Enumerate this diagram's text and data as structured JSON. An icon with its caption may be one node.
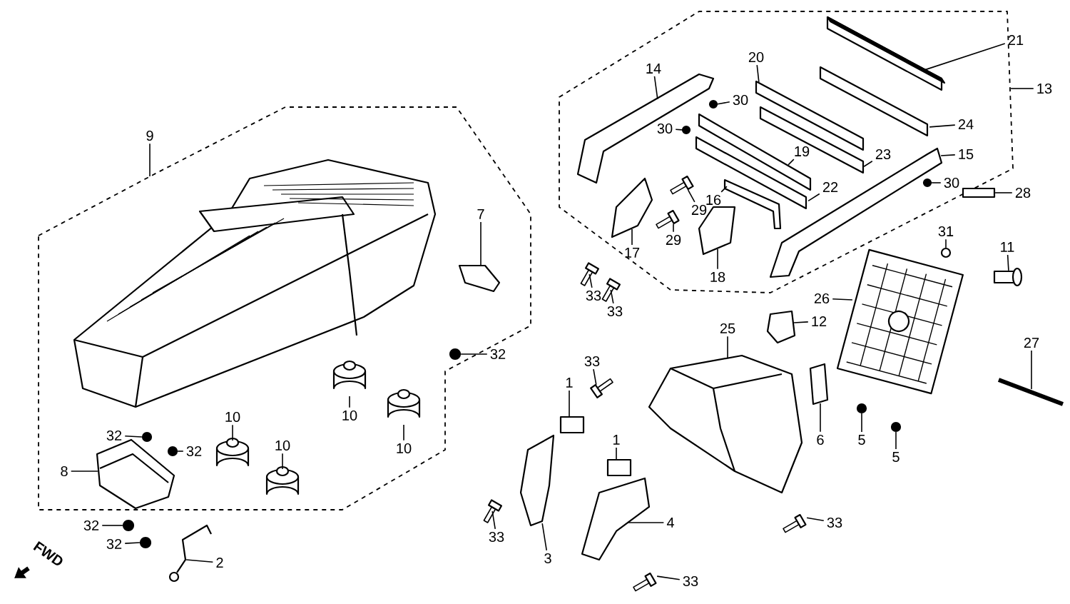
{
  "diagram": {
    "nodes": [
      {
        "text": [],
        "shape": "box"
      },
      {
        "text": [],
        "shape": "box"
      },
      {
        "text": [
          "9"
        ]
      },
      {
        "text": [
          "14"
        ],
        "in": 1
      },
      {
        "text": [
          "20"
        ],
        "in": 1
      },
      {
        "text": [
          "21"
        ]
      },
      {
        "text": [
          "13"
        ]
      },
      {
        "text": [
          "30"
        ],
        "in": 1
      },
      {
        "text": [
          "30"
        ],
        "in": 1
      },
      {
        "text": [
          "24"
        ],
        "in": 1
      },
      {
        "text": [
          "19"
        ],
        "in": 1
      },
      {
        "text": [
          "23"
        ],
        "in": 1
      },
      {
        "text": [
          "15"
        ],
        "in": 1
      },
      {
        "text": [
          "16"
        ],
        "in": 1
      },
      {
        "text": [
          "22"
        ],
        "in": 1
      },
      {
        "text": [
          "30"
        ],
        "in": 1
      },
      {
        "text": [
          "28"
        ]
      },
      {
        "text": [
          "29"
        ],
        "in": 1
      },
      {
        "text": [
          "29"
        ],
        "in": 1
      },
      {
        "text": [
          "17"
        ],
        "in": 1
      },
      {
        "text": [
          "18"
        ],
        "in": 1
      },
      {
        "text": [
          "7"
        ],
        "in": 0
      },
      {
        "text": [
          "31"
        ]
      },
      {
        "text": [
          "11"
        ]
      },
      {
        "text": [
          "33"
        ]
      },
      {
        "text": [
          "33"
        ]
      },
      {
        "text": [
          "32"
        ]
      },
      {
        "text": [
          "26"
        ]
      },
      {
        "text": [
          "25"
        ]
      },
      {
        "text": [
          "12"
        ]
      },
      {
        "text": [
          "27"
        ]
      },
      {
        "text": [
          "10"
        ],
        "in": 0
      },
      {
        "text": [
          "10"
        ],
        "in": 0
      },
      {
        "text": [
          "33"
        ]
      },
      {
        "text": [
          "1"
        ]
      },
      {
        "text": [
          "1"
        ]
      },
      {
        "text": [
          "6"
        ]
      },
      {
        "text": [
          "5"
        ]
      },
      {
        "text": [
          "5"
        ]
      },
      {
        "text": [
          "32"
        ],
        "in": 0
      },
      {
        "text": [
          "32"
        ],
        "in": 0
      },
      {
        "text": [
          "10"
        ],
        "in": 0
      },
      {
        "text": [
          "10"
        ],
        "in": 0
      },
      {
        "text": [
          "8"
        ],
        "in": 0
      },
      {
        "text": [
          "33"
        ]
      },
      {
        "text": [
          "3"
        ]
      },
      {
        "text": [
          "4"
        ]
      },
      {
        "text": [
          "33"
        ]
      },
      {
        "text": [
          "32"
        ]
      },
      {
        "text": [
          "32"
        ]
      },
      {
        "text": [
          "2"
        ]
      },
      {
        "text": [
          "33"
        ]
      },
      {
        "text": [],
        "shape": "picture",
        "in": 1
      },
      {
        "text": [],
        "shape": "bar",
        "in": 1
      },
      {
        "text": [],
        "shape": "bar",
        "in": 1
      },
      {
        "text": [],
        "shape": "circle",
        "in": 1
      },
      {
        "text": [],
        "shape": "circle",
        "in": 1
      },
      {
        "text": [],
        "shape": "bar",
        "in": 1
      },
      {
        "text": [],
        "shape": "bar",
        "in": 1
      },
      {
        "text": [],
        "shape": "bar",
        "in": 1
      },
      {
        "text": [],
        "shape": "picture",
        "in": 1
      },
      {
        "text": [],
        "shape": "picture",
        "in": 1
      },
      {
        "text": [],
        "shape": "bar",
        "in": 1
      },
      {
        "text": [],
        "shape": "circle",
        "in": 1
      },
      {
        "text": [],
        "shape": "box"
      },
      {
        "text": [],
        "shape": "picture",
        "in": 1
      },
      {
        "text": [],
        "shape": "picture",
        "in": 1
      },
      {
        "text": [],
        "shape": "picture",
        "in": 1
      },
      {
        "text": [],
        "shape": "picture",
        "in": 1
      },
      {
        "text": [],
        "shape": "picture",
        "in": 0
      },
      {
        "text": [],
        "shape": "circle"
      },
      {
        "text": [],
        "shape": "cylinder"
      },
      {
        "text": [],
        "shape": "picture"
      },
      {
        "text": [],
        "shape": "picture"
      },
      {
        "text": [],
        "shape": "circle",
        "in": 0
      },
      {
        "text": [],
        "shape": "picture"
      },
      {
        "text": [],
        "shape": "picture"
      },
      {
        "text": [],
        "shape": "picture"
      },
      {
        "text": [],
        "shape": "bar"
      },
      {
        "text": [],
        "shape": "picture",
        "in": 0
      },
      {
        "text": [],
        "shape": "picture",
        "in": 0
      },
      {
        "text": [],
        "shape": "picture"
      },
      {
        "text": [],
        "shape": "box"
      },
      {
        "text": [],
        "shape": "box"
      },
      {
        "text": [],
        "shape": "picture"
      },
      {
        "text": [],
        "shape": "circle"
      },
      {
        "text": [],
        "shape": "circle"
      },
      {
        "text": [],
        "shape": "circle",
        "in": 0
      },
      {
        "text": [],
        "shape": "circle",
        "in": 0
      },
      {
        "text": [],
        "shape": "picture",
        "in": 0
      },
      {
        "text": [],
        "shape": "picture",
        "in": 0
      },
      {
        "text": [],
        "shape": "picture",
        "in": 0
      },
      {
        "text": [],
        "shape": "picture"
      },
      {
        "text": [],
        "shape": "picture"
      },
      {
        "text": [],
        "shape": "picture"
      },
      {
        "text": [],
        "shape": "picture"
      },
      {
        "text": [],
        "shape": "circle"
      },
      {
        "text": [],
        "shape": "circle"
      },
      {
        "text": [],
        "shape": "picture"
      },
      {
        "text": [],
        "shape": "picture"
      }
    ],
    "edges": [
      {
        "from": 2,
        "to": 0,
        "arrow": "none"
      },
      {
        "from": 3,
        "to": 52,
        "arrow": "none"
      },
      {
        "from": 4,
        "to": 53,
        "arrow": "none"
      },
      {
        "from": 5,
        "to": 54,
        "arrow": "none"
      },
      {
        "from": 6,
        "to": 1,
        "arrow": "none"
      },
      {
        "from": 7,
        "to": 55,
        "arrow": "none"
      },
      {
        "from": 8,
        "to": 56,
        "arrow": "none"
      },
      {
        "from": 9,
        "to": 57,
        "arrow": "none"
      },
      {
        "from": 10,
        "to": 58,
        "arrow": "none"
      },
      {
        "from": 11,
        "to": 59,
        "arrow": "none"
      },
      {
        "from": 12,
        "to": 60,
        "arrow": "none"
      },
      {
        "from": 13,
        "to": 61,
        "arrow": "none"
      },
      {
        "from": 14,
        "to": 62,
        "arrow": "none"
      },
      {
        "from": 15,
        "to": 63,
        "arrow": "none"
      },
      {
        "from": 16,
        "to": 64,
        "arrow": "none"
      },
      {
        "from": 17,
        "to": 65,
        "arrow": "none"
      },
      {
        "from": 18,
        "to": 66,
        "arrow": "none"
      },
      {
        "from": 19,
        "to": 67,
        "arrow": "none"
      },
      {
        "from": 20,
        "to": 68,
        "arrow": "none"
      },
      {
        "from": 21,
        "to": 69,
        "arrow": "none"
      },
      {
        "from": 22,
        "to": 70,
        "arrow": "none"
      },
      {
        "from": 23,
        "to": 71,
        "arrow": "none"
      },
      {
        "from": 24,
        "to": 72,
        "arrow": "none"
      },
      {
        "from": 25,
        "to": 73,
        "arrow": "none"
      },
      {
        "from": 26,
        "to": 74,
        "arrow": "none"
      },
      {
        "from": 27,
        "to": 75,
        "arrow": "none"
      },
      {
        "from": 28,
        "to": 76,
        "arrow": "none"
      },
      {
        "from": 29,
        "to": 77,
        "arrow": "none"
      },
      {
        "from": 30,
        "to": 78,
        "arrow": "none"
      },
      {
        "from": 31,
        "to": 79,
        "arrow": "none"
      },
      {
        "from": 32,
        "to": 80,
        "arrow": "none"
      },
      {
        "from": 33,
        "to": 81,
        "arrow": "none"
      },
      {
        "from": 34,
        "to": 82,
        "arrow": "none"
      },
      {
        "from": 35,
        "to": 83,
        "arrow": "none"
      },
      {
        "from": 36,
        "to": 84,
        "arrow": "none"
      },
      {
        "from": 37,
        "to": 85,
        "arrow": "none"
      },
      {
        "from": 38,
        "to": 86,
        "arrow": "none"
      },
      {
        "from": 39,
        "to": 87,
        "arrow": "none"
      },
      {
        "from": 40,
        "to": 88,
        "arrow": "none"
      },
      {
        "from": 41,
        "to": 89,
        "arrow": "none"
      },
      {
        "from": 42,
        "to": 90,
        "arrow": "none"
      },
      {
        "from": 43,
        "to": 91,
        "arrow": "none"
      },
      {
        "from": 44,
        "to": 92,
        "arrow": "none"
      },
      {
        "from": 45,
        "to": 93,
        "arrow": "none"
      },
      {
        "from": 46,
        "to": 94,
        "arrow": "none"
      },
      {
        "from": 47,
        "to": 95,
        "arrow": "none"
      },
      {
        "from": 48,
        "to": 96,
        "arrow": "none"
      },
      {
        "from": 49,
        "to": 97,
        "arrow": "none"
      },
      {
        "from": 50,
        "to": 98,
        "arrow": "none"
      },
      {
        "from": 51,
        "to": 99,
        "arrow": "none"
      }
    ],
    "labels": [
      "FWD"
    ]
  }
}
